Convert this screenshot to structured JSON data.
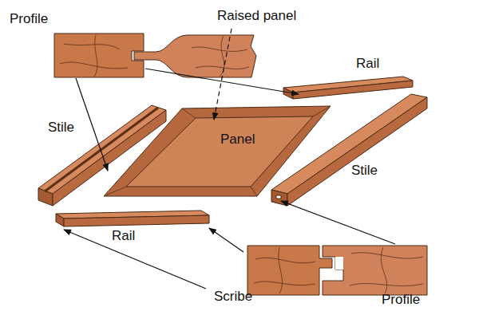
{
  "diagram": {
    "labels": [
      "Profile",
      "Raised panel",
      "Rail",
      "Stile",
      "Panel",
      "Stile",
      "Rail",
      "Scribe",
      "Profile"
    ]
  }
}
